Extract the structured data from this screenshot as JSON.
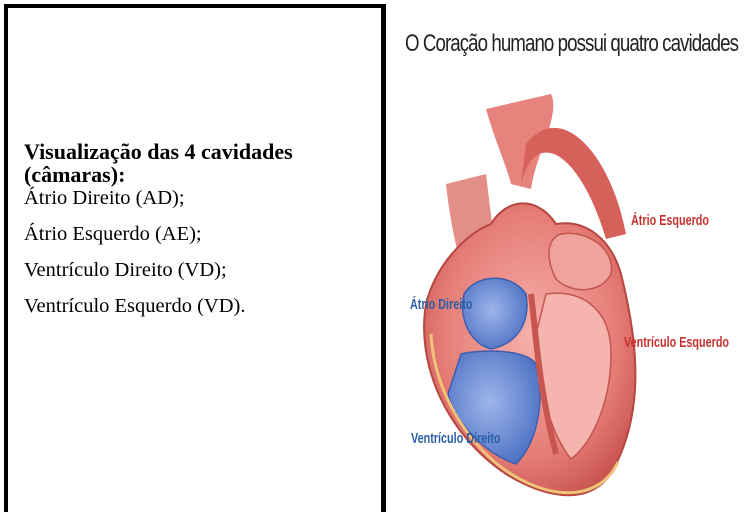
{
  "left": {
    "heading": "Visualização das 4 cavidades (câmaras):",
    "items": [
      "Átrio Direito (AD);",
      "Átrio Esquerdo (AE);",
      "Ventrículo Direito (VD);",
      "Ventrículo Esquerdo (VD)."
    ]
  },
  "figure": {
    "title": "O Coração humano possui quatro cavidades",
    "labels": {
      "atrio_esquerdo": "Átrio Esquerdo",
      "atrio_direito": "Átrio Direito",
      "ventriculo_esquerdo": "Ventrículo Esquerdo",
      "ventriculo_direito": "Ventrículo Direito"
    },
    "colors": {
      "left_label": "#c8322e",
      "right_label": "#2b5ea8",
      "muscle": "#e9837e",
      "blue_chamber": "#6d8fd6"
    }
  }
}
